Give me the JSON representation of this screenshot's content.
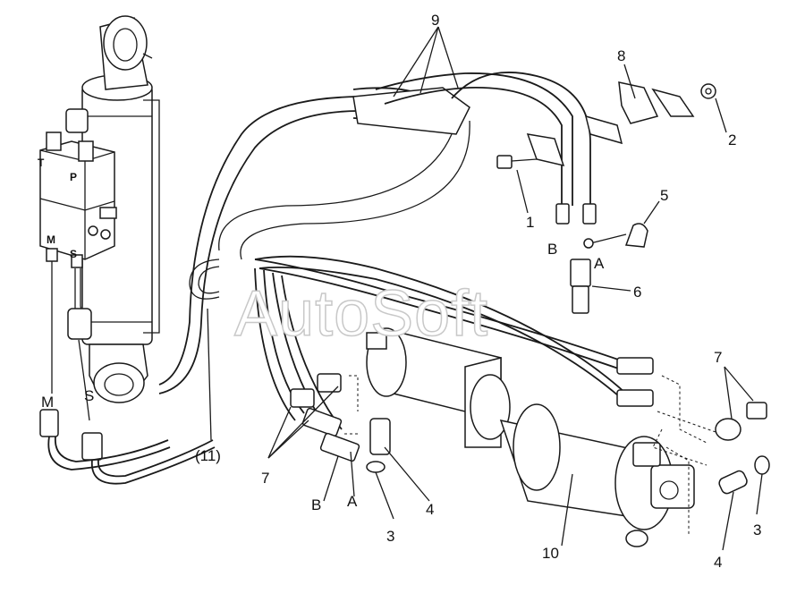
{
  "watermark": "AutoSoft",
  "callouts": {
    "n9": "9",
    "n8": "8",
    "n2": "2",
    "n1": "1",
    "n5": "5",
    "nB_top": "B",
    "nA_top": "A",
    "n6": "6",
    "n7_right": "7",
    "n7_left": "7",
    "n11": "(11)",
    "nB_bot": "B",
    "nA_bot": "A",
    "n3_left": "3",
    "n4_left": "4",
    "n10": "10",
    "n4_right": "4",
    "n3_right": "3",
    "nM": "M",
    "nS": "S"
  },
  "valve_ports": {
    "T": "T",
    "P": "P",
    "M": "M",
    "S": "S"
  }
}
